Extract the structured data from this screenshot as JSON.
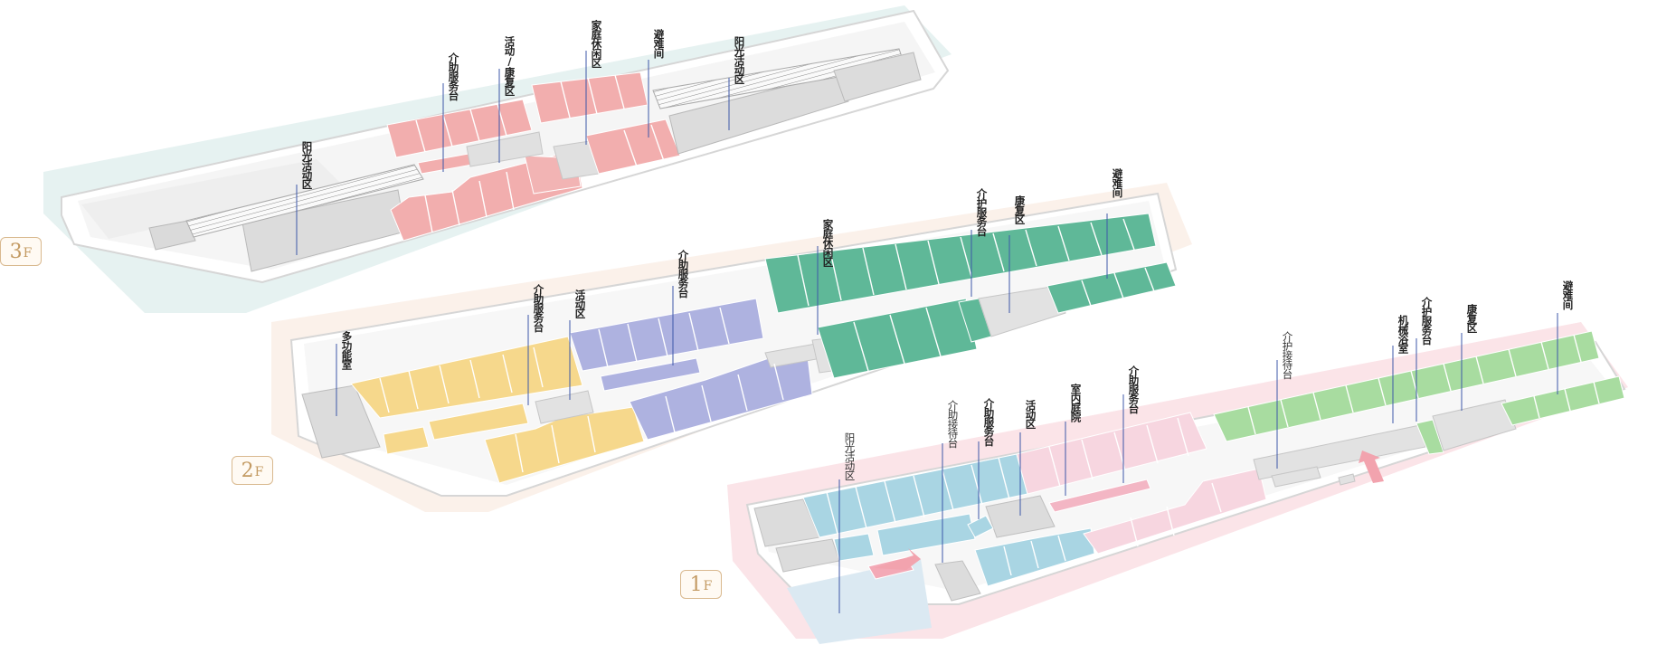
{
  "floors": [
    {
      "level": "3",
      "suffix": "F",
      "accent": "#f2aeae"
    },
    {
      "level": "2",
      "suffix": "F",
      "accent_yellow": "#f6d88c",
      "accent_purple": "#aeb2e0",
      "accent_green": "#5fb898"
    },
    {
      "level": "1",
      "suffix": "F",
      "accent_blue": "#a9d5e3",
      "accent_pink": "#f7d6e0",
      "accent_green": "#a8dca0"
    }
  ],
  "labels_3f": {
    "sun_left": "阳光活动区",
    "assist_desk": "介助服务台",
    "activity_rehab": "活动/康复区",
    "family_lounge": "家庭休闲区",
    "refuge": "避难间",
    "sun_right": "阳光活动区"
  },
  "labels_2f": {
    "multi": "多功能室",
    "assist_desk_a": "介助服务台",
    "activity": "活动区",
    "assist_desk_b": "介助服务台",
    "family_lounge": "家庭休闲区",
    "care_desk": "介护服务台",
    "rehab": "康复区",
    "refuge": "避难间"
  },
  "labels_1f": {
    "sun": "阳光活动区",
    "assist_reception": "介助接待台",
    "assist_desk": "介助服务台",
    "activity": "活动区",
    "indoor_garden": "室内庭院",
    "assist_desk_b": "介助服务台",
    "care_reception": "介护接待台",
    "bath": "机械浴室",
    "care_desk": "介护服务台",
    "rehab": "康复区",
    "refuge": "避难间"
  }
}
